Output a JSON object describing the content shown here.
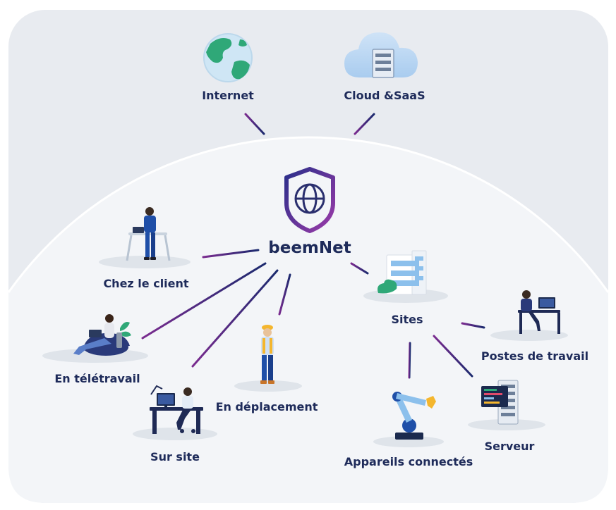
{
  "center": {
    "label": "beemNet"
  },
  "nodes": {
    "internet": "Internet",
    "cloud": "Cloud &SaaS",
    "client": "Chez le client",
    "teletravail": "En télétravail",
    "sursite": "Sur site",
    "deplacement": "En déplacement",
    "sites": "Sites",
    "postes": "Postes de travail",
    "serveur": "Serveur",
    "appareils": "Appareils connectés"
  },
  "colors": {
    "line_start": "#7a2b8f",
    "line_end": "#1b2a6e",
    "label": "#1e2b5a",
    "outer_panel": "#e9ecf1",
    "dome": "#f3f5f8",
    "shield_purple": "#8a3aa6",
    "shield_navy": "#2a2f8a",
    "person_blue": "#1f4fa8",
    "accent_green": "#2fa878"
  }
}
